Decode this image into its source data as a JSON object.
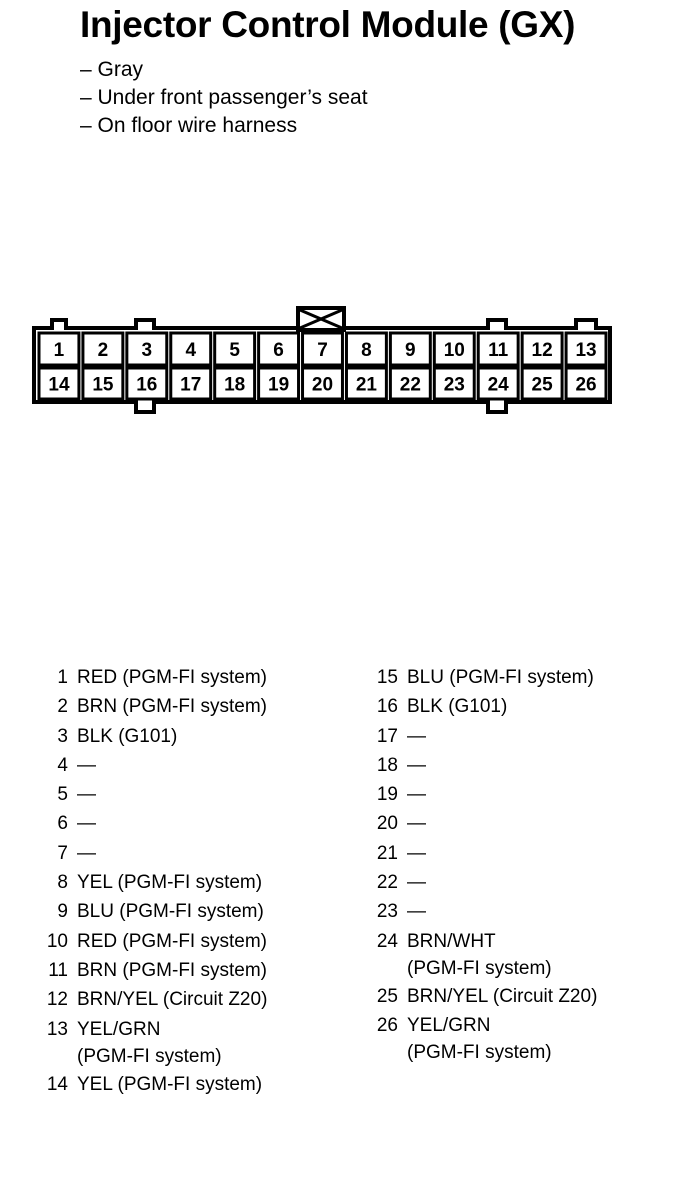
{
  "title": "Injector Control Module (GX)",
  "details": [
    "– Gray",
    "– Under front passenger’s seat",
    "– On floor wire harness"
  ],
  "connector": {
    "top_row": [
      "1",
      "2",
      "3",
      "4",
      "5",
      "6",
      "7",
      "8",
      "9",
      "10",
      "11",
      "12",
      "13"
    ],
    "bottom_row": [
      "14",
      "15",
      "16",
      "17",
      "18",
      "19",
      "20",
      "21",
      "22",
      "23",
      "24",
      "25",
      "26"
    ],
    "crossed_pin": "7"
  },
  "pins_left": [
    {
      "num": "1",
      "desc": "RED (PGM-FI system)"
    },
    {
      "num": "2",
      "desc": "BRN (PGM-FI system)"
    },
    {
      "num": "3",
      "desc": "BLK (G101)"
    },
    {
      "num": "4",
      "desc": "—"
    },
    {
      "num": "5",
      "desc": "—"
    },
    {
      "num": "6",
      "desc": "—"
    },
    {
      "num": "7",
      "desc": "—"
    },
    {
      "num": "8",
      "desc": "YEL (PGM-FI system)"
    },
    {
      "num": "9",
      "desc": "BLU (PGM-FI system)"
    },
    {
      "num": "10",
      "desc": "RED (PGM-FI system)"
    },
    {
      "num": "11",
      "desc": "BRN (PGM-FI system)"
    },
    {
      "num": "12",
      "desc": "BRN/YEL (Circuit Z20)"
    },
    {
      "num": "13",
      "desc": "YEL/GRN\n(PGM-FI system)"
    },
    {
      "num": "14",
      "desc": "YEL (PGM-FI system)"
    }
  ],
  "pins_right": [
    {
      "num": "15",
      "desc": "BLU (PGM-FI system)"
    },
    {
      "num": "16",
      "desc": "BLK (G101)"
    },
    {
      "num": "17",
      "desc": "—"
    },
    {
      "num": "18",
      "desc": "—"
    },
    {
      "num": "19",
      "desc": "—"
    },
    {
      "num": "20",
      "desc": "—"
    },
    {
      "num": "21",
      "desc": "—"
    },
    {
      "num": "22",
      "desc": "—"
    },
    {
      "num": "23",
      "desc": "—"
    },
    {
      "num": "24",
      "desc": "BRN/WHT\n(PGM-FI system)"
    },
    {
      "num": "25",
      "desc": "BRN/YEL (Circuit Z20)"
    },
    {
      "num": "26",
      "desc": "YEL/GRN\n(PGM-FI system)"
    }
  ]
}
